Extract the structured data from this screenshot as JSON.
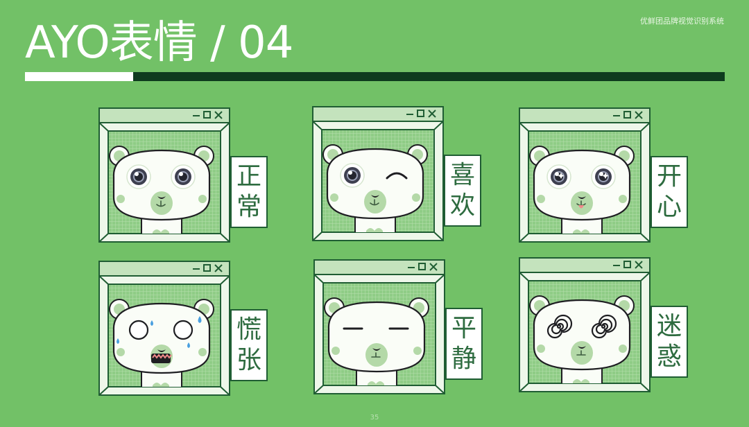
{
  "header": {
    "title": "AYO表情 / 04",
    "brand_text": "优鲜团品牌视觉识别系统",
    "progress_fraction": 0.155
  },
  "colors": {
    "background": "#72c167",
    "dark_green": "#0e3b1e",
    "window_frame": "#1f5d33",
    "titlebar": "#c4e3bd",
    "grid_fill": "#8fcc86",
    "bear_white": "#fafdf7",
    "bear_green": "#b4d9a8"
  },
  "cards": [
    {
      "label_1": "正",
      "label_2": "常",
      "expression": "normal",
      "titlebar_icons": [
        "minimize-icon",
        "maximize-icon",
        "close-icon"
      ]
    },
    {
      "label_1": "喜",
      "label_2": "欢",
      "expression": "wink",
      "titlebar_icons": [
        "minimize-icon",
        "maximize-icon",
        "close-icon"
      ]
    },
    {
      "label_1": "开",
      "label_2": "心",
      "expression": "happy",
      "titlebar_icons": [
        "minimize-icon",
        "maximize-icon",
        "close-icon"
      ]
    },
    {
      "label_1": "慌",
      "label_2": "张",
      "expression": "panic",
      "titlebar_icons": [
        "minimize-icon",
        "maximize-icon",
        "close-icon"
      ]
    },
    {
      "label_1": "平",
      "label_2": "静",
      "expression": "calm",
      "titlebar_icons": [
        "minimize-icon",
        "maximize-icon",
        "close-icon"
      ]
    },
    {
      "label_1": "迷",
      "label_2": "惑",
      "expression": "confused",
      "titlebar_icons": [
        "minimize-icon",
        "maximize-icon",
        "close-icon"
      ]
    }
  ],
  "footer": {
    "page_number": "35"
  }
}
